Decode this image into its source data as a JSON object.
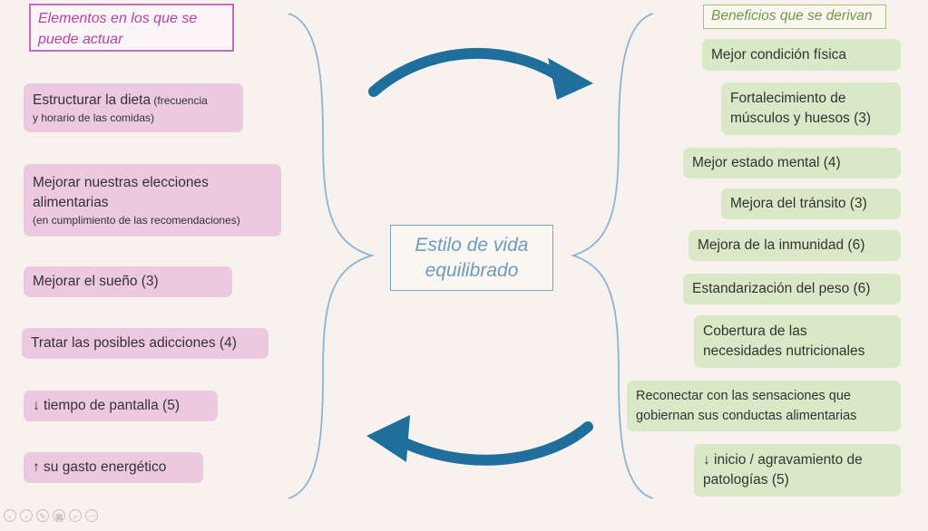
{
  "left_header": "Elementos en los que se puede actuar",
  "right_header": "Beneficios que se derivan",
  "center": {
    "line1": "Estilo de vida",
    "line2": "equilibrado"
  },
  "left_items": [
    {
      "main": "Estructurar la dieta",
      "note": " (frecuencia",
      "sub": "y horario de las comidas)"
    },
    {
      "main": "Mejorar nuestras elecciones",
      "main2": "alimentarias",
      "sub": "(en cumplimiento de las recomendaciones)"
    },
    {
      "main": "Mejorar el sueño (3)"
    },
    {
      "main": "Tratar las posibles adicciones (4)"
    },
    {
      "main": "↓ tiempo de pantalla (5)"
    },
    {
      "main": "↑ su gasto energético"
    }
  ],
  "right_items": [
    {
      "line1": "Mejor condición física"
    },
    {
      "line1": "Fortalecimiento de",
      "line2": "músculos y huesos (3)"
    },
    {
      "line1": "Mejor estado mental (4)"
    },
    {
      "line1": "Mejora del tránsito (3)"
    },
    {
      "line1": "Mejora de la inmunidad (6)"
    },
    {
      "line1": "Estandarización del peso (6)"
    },
    {
      "line1": "Cobertura de las",
      "line2": "necesidades nutricionales"
    },
    {
      "line1": "Reconectar con las sensaciones que",
      "line2": "gobiernan sus conductas alimentarias"
    },
    {
      "line1": "↓ inicio / agravamiento de",
      "line2": "patologías (5)"
    }
  ],
  "colors": {
    "left_box": "#ecc9df",
    "right_box": "#d9e8c6",
    "arrow": "#1f6e9c",
    "brace": "#8fb3d2",
    "left_header": "#b8439f",
    "right_header": "#6d9a4e"
  },
  "toolbar_icons": [
    "prev-icon",
    "next-icon",
    "pen-icon",
    "slides-icon",
    "zoom-icon",
    "more-icon"
  ]
}
